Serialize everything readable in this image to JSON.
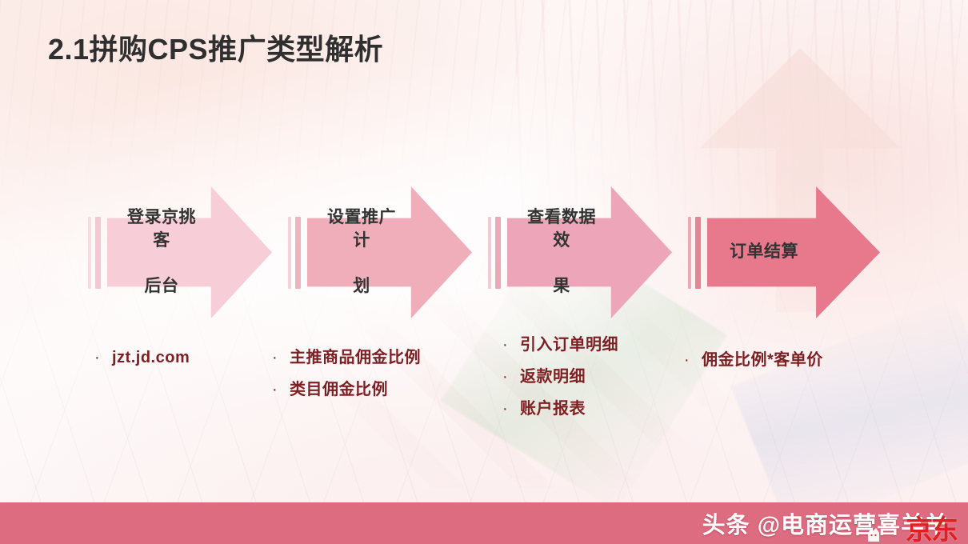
{
  "slide": {
    "title": "2.1拼购CPS推广类型解析",
    "background_color": "#fdf7f6",
    "accent_color": "#dd6c80",
    "bullet_text_color": "#7d1f23"
  },
  "flow": {
    "steps": [
      {
        "label": "登录京挑客\n后台",
        "label_line1": "登录京挑客",
        "label_line2": "后台",
        "color": "#f7cdd7",
        "bar1_color": "#f6dde2",
        "bar2_color": "#f3c8d2"
      },
      {
        "label": "设置推广计\n划",
        "label_line1": "设置推广计",
        "label_line2": "划",
        "color": "#f0aebb",
        "bar1_color": "#f5d2d9",
        "bar2_color": "#efb4c0"
      },
      {
        "label": "查看数据效\n果",
        "label_line1": "查看数据效",
        "label_line2": "果",
        "color": "#eda6b9",
        "bar1_color": "#f2cbd5",
        "bar2_color": "#eaa9b8"
      },
      {
        "label": "订单结算",
        "label_line1": "订单结算",
        "label_line2": "",
        "color": "#e8798c",
        "bar1_color": "#efa9b4",
        "bar2_color": "#e88396"
      }
    ]
  },
  "columns": [
    {
      "bullet_glyph": "·",
      "items": [
        "jzt.jd.com"
      ]
    },
    {
      "bullet_glyph": "·",
      "items": [
        "主推商品佣金比例",
        "类目佣金比例"
      ]
    },
    {
      "bullet_glyph": "·",
      "items": [
        "引入订单明细",
        "返款明细",
        "账户报表"
      ]
    },
    {
      "bullet_glyph": "·",
      "items": [
        "佣金比例*客单价"
      ]
    }
  ],
  "footer": {
    "watermark": "头条 @电商运营喜羊羊",
    "logo_text": "京东",
    "bar_color": "#dd6c80",
    "logo_color": "#e02020"
  }
}
